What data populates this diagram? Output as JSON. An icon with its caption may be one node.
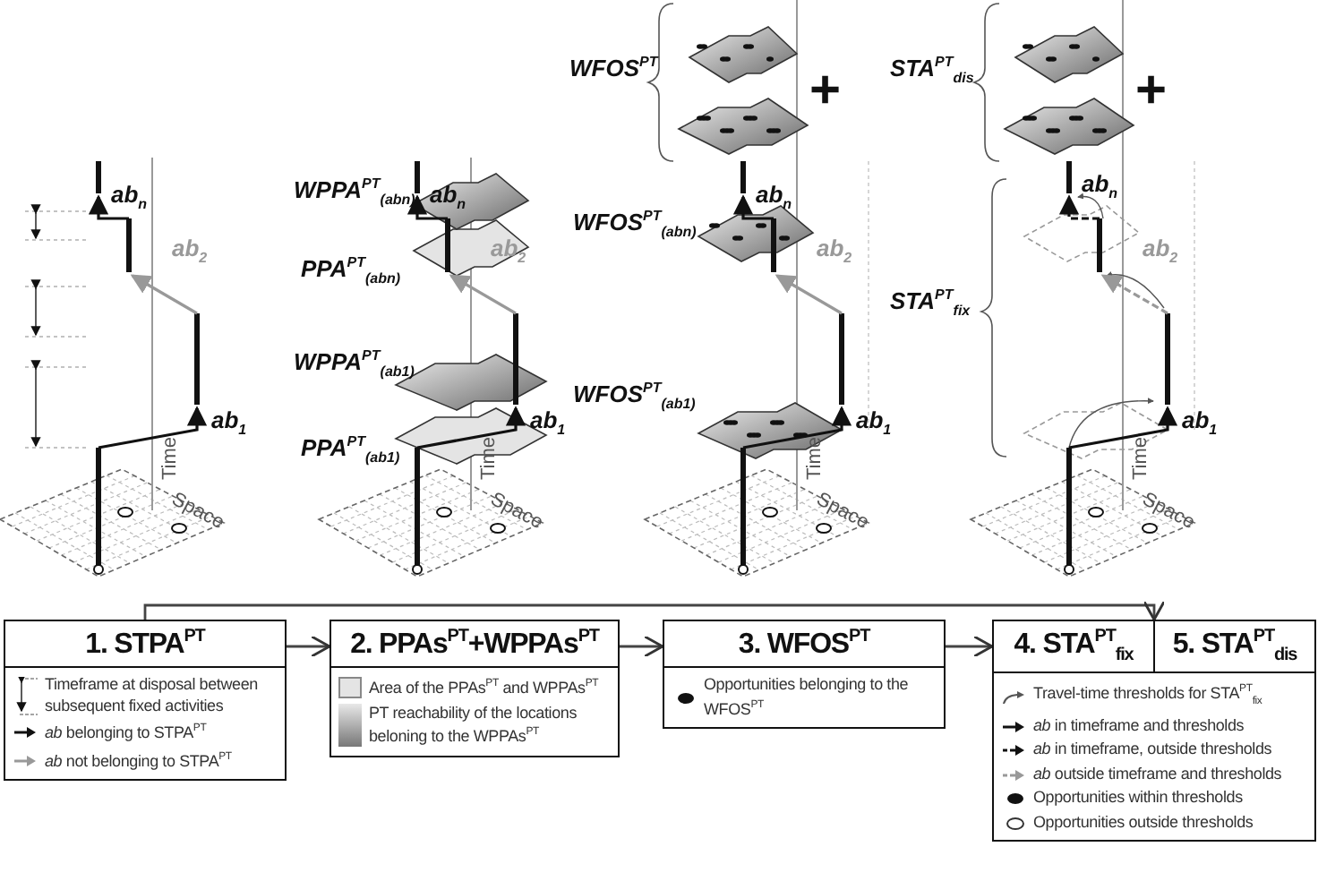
{
  "diagram": {
    "nodes": [
      {
        "text": [
          "1. STPA$^{PT}$"
        ]
      },
      {
        "text": [
          "2. PPAs$^{PT}$+WPPAs$^{PT}$"
        ]
      },
      {
        "text": [
          "3. WFOS$^{PT}$"
        ]
      },
      {
        "text": [],
        "shape": "box"
      },
      {
        "text": [
          "4. STA$^{PT}$$_{fix}$"
        ],
        "in": 3
      },
      {
        "text": [
          "5. STA$^{PT}$$_{dis}$"
        ],
        "in": 3
      }
    ],
    "edges": [
      {
        "from": 0,
        "to": 1,
        "arrow": "to"
      },
      {
        "from": 1,
        "to": 2,
        "arrow": "to"
      },
      {
        "from": 2,
        "to": 3,
        "arrow": "to"
      },
      {
        "from": 0,
        "to": 3,
        "arrow": "to"
      }
    ],
    "labels": [
      "ab$_{n}$",
      "ab$_{2}$",
      "ab$_{1}$",
      "Time",
      "Space",
      "WPPA$^{PT}$$_{(abn)}$",
      "ab$_{n}$",
      "PPA$^{PT}$$_{(abn)}$",
      "ab$_{2}$",
      "WPPA$^{PT}$$_{(ab1)}$",
      "ab$_{1}$",
      "PPA$^{PT}$$_{(ab1)}$",
      "Time",
      "Space",
      "WFOS$^{PT}$",
      "+",
      "WFOS$^{PT}$$_{(abn)}$",
      "ab$_{n}$",
      "ab$_{2}$",
      "WFOS$^{PT}$$_{(ab1)}$",
      "ab$_{1}$",
      "Time",
      "Space",
      "STA$^{PT}$$_{dis}$",
      "+",
      "ab$_{n}$",
      "ab$_{2}$",
      "STA$^{PT}$$_{fix}$",
      "ab$_{1}$",
      "Time",
      "Space"
    ],
    "legend": [
      {
        "text": "Timeframe at disposal between subsequent fixed activities"
      },
      {
        "text": "*ab* belonging to STPA$^{PT}$"
      },
      {
        "text": "*ab* not belonging to STPA$^{PT}$"
      },
      {
        "text": "Area of the PPAs$^{PT}$ and WPPAs$^{PT}$",
        "color": "#e4e4e4"
      },
      {
        "text": "PT reachability of the locations beloning to the WPPAs$^{PT}$"
      },
      {
        "text": "Opportunities belonging to the WFOS$^{PT}$"
      },
      {
        "text": "Travel-time thresholds for STA$^{PT}$$_{fix}$"
      },
      {
        "text": "*ab* in timeframe and thresholds"
      },
      {
        "text": "*ab* in timeframe, outside thresholds"
      },
      {
        "text": "*ab* outside timeframe and thresholds"
      },
      {
        "text": "Opportunities within thresholds"
      },
      {
        "text": "Opportunities outside thresholds"
      }
    ]
  }
}
